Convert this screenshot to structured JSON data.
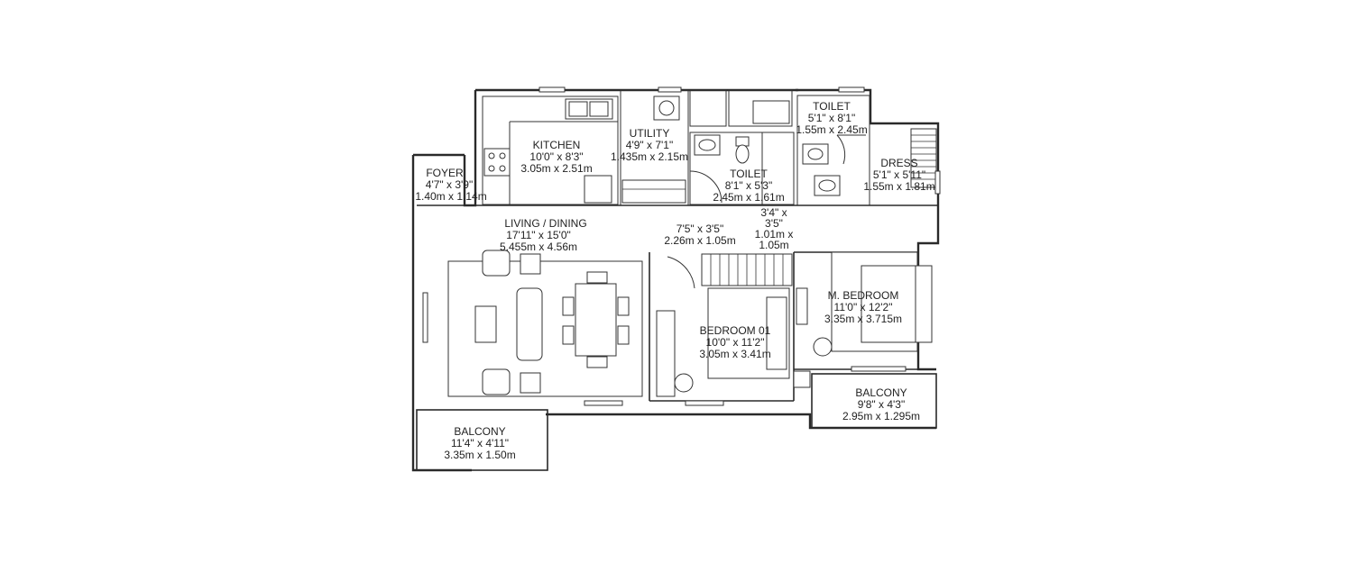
{
  "rooms": {
    "kitchen": {
      "name": "KITCHEN",
      "dim_ft": "10'0\" x 8'3\"",
      "dim_m": "3.05m x 2.51m"
    },
    "utility": {
      "name": "UTILITY",
      "dim_ft": "4'9\" x 7'1\"",
      "dim_m": "1.435m x 2.15m"
    },
    "toilet_top": {
      "name": "TOILET",
      "dim_ft": "5'1\" x 8'1\"",
      "dim_m": "1.55m x 2.45m"
    },
    "toilet_mid": {
      "name": "TOILET",
      "dim_ft": "8'1\" x 5'3\"",
      "dim_m": "2.45m x 1.61m"
    },
    "dress": {
      "name": "DRESS",
      "dim_ft": "5'1\" x 5'11\"",
      "dim_m": "1.55m x 1.81m"
    },
    "foyer": {
      "name": "FOYER",
      "dim_ft": "4'7\" x 3'9\"",
      "dim_m": "1.40m x 1.14m"
    },
    "living": {
      "name": "LIVING / DINING",
      "dim_ft": "17'11\" x 15'0\"",
      "dim_m": "5.455m x 4.56m"
    },
    "passage": {
      "dim_ft": "7'5\" x 3'5\"",
      "dim_m": "2.26m x 1.05m"
    },
    "nook": {
      "dim_ft_a": "3'4\" x",
      "dim_ft_b": "3'5\"",
      "dim_m_a": "1.01m x",
      "dim_m_b": "1.05m"
    },
    "bedroom01": {
      "name": "BEDROOM 01",
      "dim_ft": "10'0\" x 11'2\"",
      "dim_m": "3.05m x 3.41m"
    },
    "master": {
      "name": "M. BEDROOM",
      "dim_ft": "11'0\" x 12'2\"",
      "dim_m": "3.35m x 3.715m"
    },
    "balcony_left": {
      "name": "BALCONY",
      "dim_ft": "11'4\" x 4'11\"",
      "dim_m": "3.35m x 1.50m"
    },
    "balcony_right": {
      "name": "BALCONY",
      "dim_ft": "9'8\" x 4'3\"",
      "dim_m": "2.95m x 1.295m"
    }
  }
}
